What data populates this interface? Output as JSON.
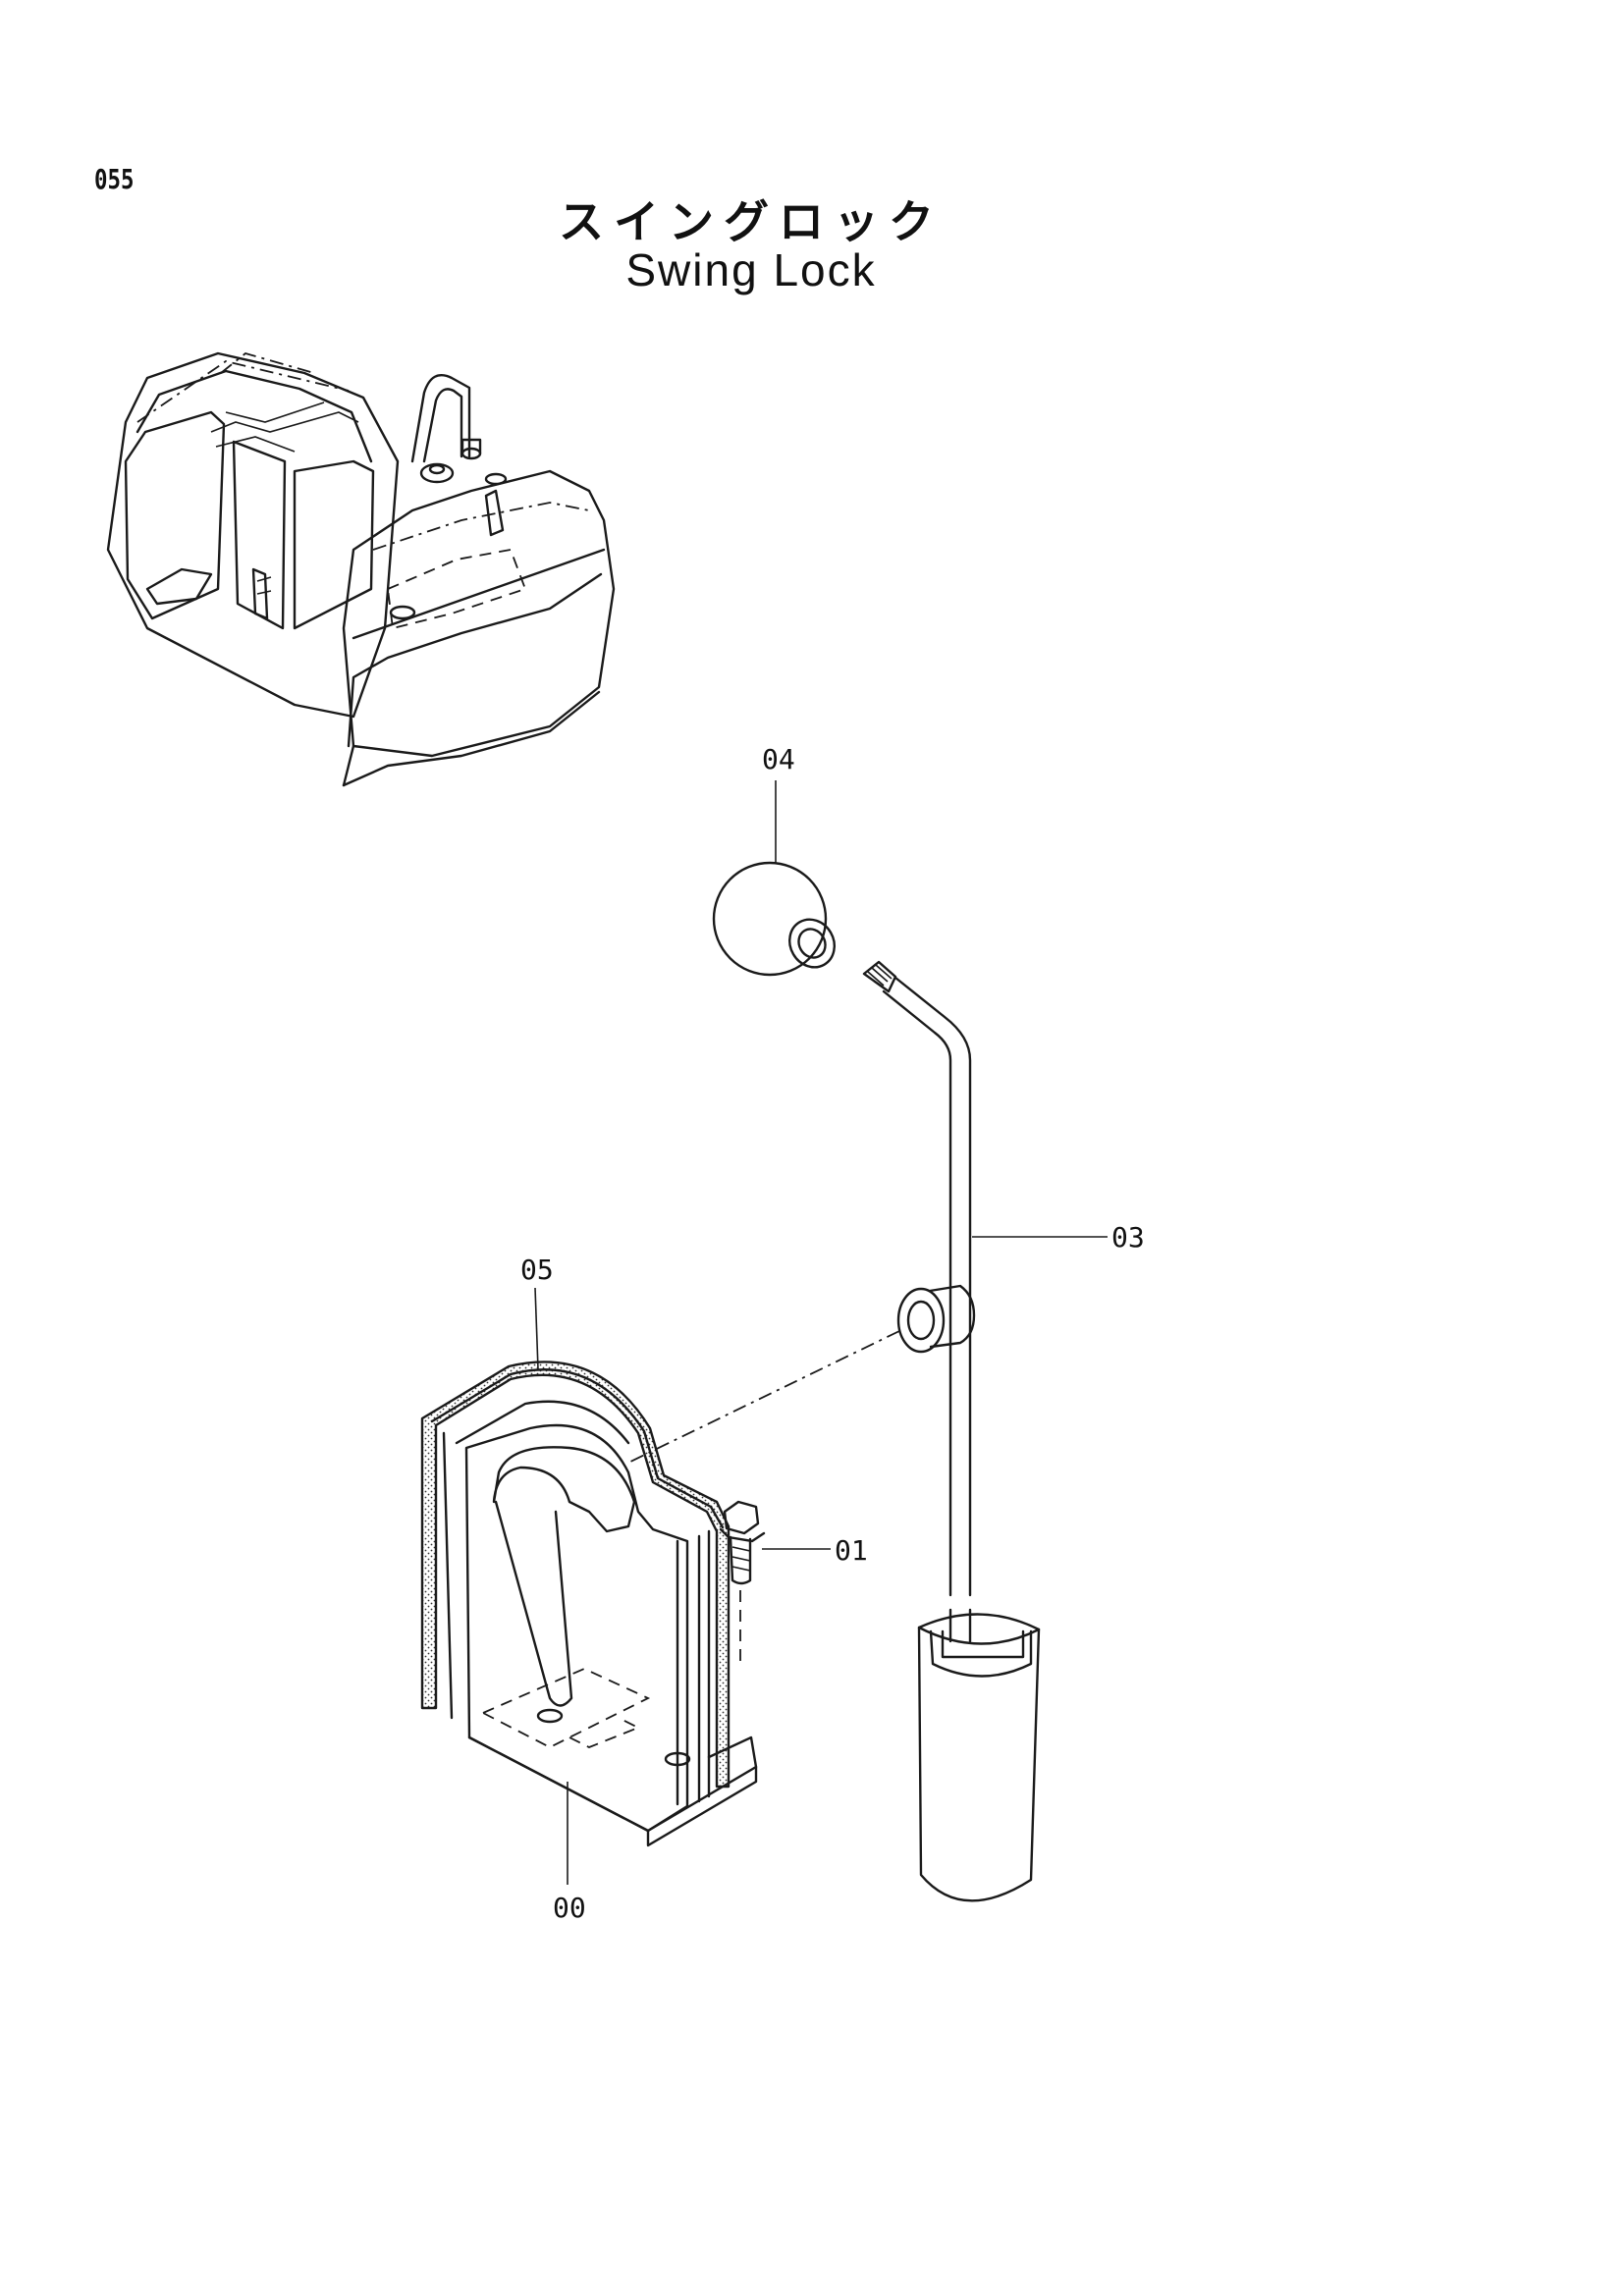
{
  "page_number": "055",
  "title_jp": "スイングロック",
  "title_en": "Swing Lock",
  "callouts": {
    "p00": "00",
    "p01": "01",
    "p03": "03",
    "p04": "04",
    "p05": "05"
  }
}
